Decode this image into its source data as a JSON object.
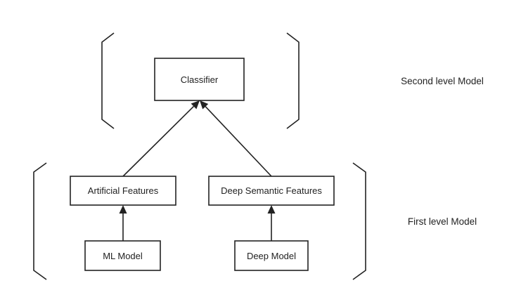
{
  "nodes": {
    "classifier": {
      "label": "Classifier"
    },
    "artificial_features": {
      "label": "Artificial Features"
    },
    "deep_semantic_features": {
      "label": "Deep Semantic Features"
    },
    "ml_model": {
      "label": "ML Model"
    },
    "deep_model": {
      "label": "Deep Model"
    }
  },
  "levels": {
    "second": {
      "label": "Second level Model"
    },
    "first": {
      "label": "First level Model"
    }
  },
  "edges": [
    {
      "from": "ml_model",
      "to": "artificial_features"
    },
    {
      "from": "deep_model",
      "to": "deep_semantic_features"
    },
    {
      "from": "artificial_features",
      "to": "classifier"
    },
    {
      "from": "deep_semantic_features",
      "to": "classifier"
    }
  ],
  "colors": {
    "stroke": "#222222",
    "background": "#ffffff"
  }
}
